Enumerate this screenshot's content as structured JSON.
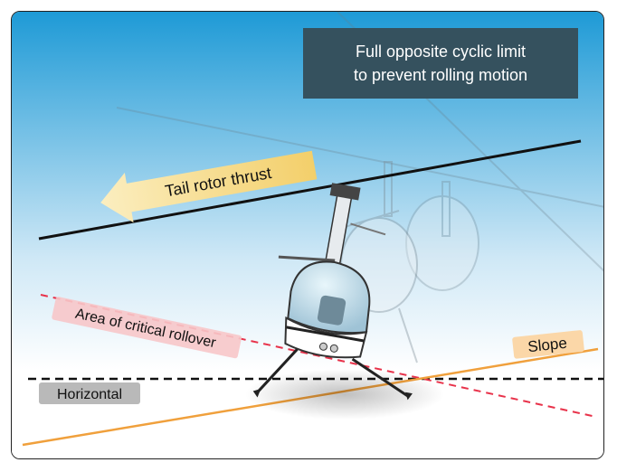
{
  "banner": {
    "line1": "Full opposite cyclic limit",
    "line2": "to prevent rolling motion",
    "bg": "#35515e"
  },
  "labels": {
    "tail_rotor_thrust": "Tail rotor thrust",
    "critical_area": "Area of critical rollover",
    "slope": "Slope",
    "horizontal": "Horizontal"
  },
  "colors": {
    "sky_top": "#1e9ad6",
    "sky_bottom": "#ffffff",
    "slope_line": "#f0a03c",
    "critical_line": "#e8324a",
    "critical_tag": "#f7c6c9",
    "slope_tag": "#fbd7a8",
    "horizontal_tag": "#b9b9b9",
    "arrow_fill": "#f6dc8a"
  }
}
